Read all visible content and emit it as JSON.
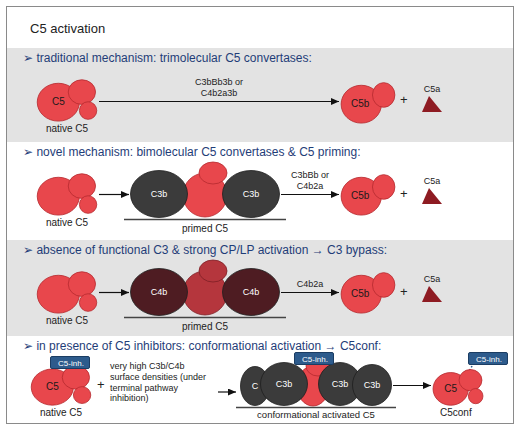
{
  "diagram": {
    "title": "C5 activation",
    "nodes": [
      {
        "text": [
          "➢ traditional mechanism: trimolecular C5 convertases:"
        ]
      },
      {
        "text": [
          "C5",
          "native C5"
        ],
        "in": 0
      },
      {
        "text": [
          "C5b"
        ],
        "in": 0
      },
      {
        "text": [
          "C5a"
        ],
        "in": 0
      },
      {
        "text": [
          "➢ novel mechanism: bimolecular C5 convertases & C5 priming:"
        ]
      },
      {
        "text": [
          "native C5"
        ],
        "in": 4
      },
      {
        "text": [
          "primed C5"
        ],
        "in": 4
      },
      {
        "text": [
          "C3b"
        ],
        "in": 6
      },
      {
        "text": [
          "C3b"
        ],
        "in": 6
      },
      {
        "text": [
          "C5b"
        ],
        "in": 4
      },
      {
        "text": [
          "C5a"
        ],
        "in": 4
      },
      {
        "text": [
          "➢ absence of functional C3 & strong CP/LP activation → C3 bypass:"
        ]
      },
      {
        "text": [
          "native C5"
        ],
        "in": 11
      },
      {
        "text": [
          "primed C5"
        ],
        "in": 11
      },
      {
        "text": [
          "C4b"
        ],
        "in": 13
      },
      {
        "text": [
          "C4b"
        ],
        "in": 13
      },
      {
        "text": [
          "C5b"
        ],
        "in": 11
      },
      {
        "text": [
          "C5a"
        ],
        "in": 11
      },
      {
        "text": [
          "➢ in presence of C5 inhibitors: conformational activation → C5conf:"
        ]
      },
      {
        "text": [
          "C5",
          "native C5"
        ],
        "in": 18
      },
      {
        "text": [
          "C5-inh."
        ],
        "in": 19
      },
      {
        "text": [
          "conformational activated C5"
        ],
        "in": 18
      },
      {
        "text": [
          "C"
        ],
        "in": 21
      },
      {
        "text": [
          "C3b"
        ],
        "in": 21
      },
      {
        "text": [
          "C5-inh."
        ],
        "in": 21
      },
      {
        "text": [
          "C3b"
        ],
        "in": 21
      },
      {
        "text": [
          "C3b"
        ],
        "in": 21
      },
      {
        "text": [
          "C5",
          "C5conf"
        ],
        "in": 18
      },
      {
        "text": [
          "C5-inh."
        ],
        "in": 18
      }
    ],
    "edges": [
      {
        "from": 1,
        "to": 2,
        "label": "C3bBb3b or C4b2a3b",
        "arrow": "to"
      },
      {
        "from": 5,
        "to": 6,
        "arrow": "to"
      },
      {
        "from": 6,
        "to": 9,
        "label": "C3bBb or C4b2a",
        "arrow": "to"
      },
      {
        "from": 12,
        "to": 13,
        "arrow": "to"
      },
      {
        "from": 13,
        "to": 16,
        "label": "C4b2a",
        "arrow": "to"
      },
      {
        "from": 21,
        "to": 27,
        "arrow": "to"
      }
    ],
    "labels": [
      "+",
      "+",
      "+",
      "+",
      "very high C3b/C4b surface densities (under terminal pathway inhibition)"
    ]
  }
}
